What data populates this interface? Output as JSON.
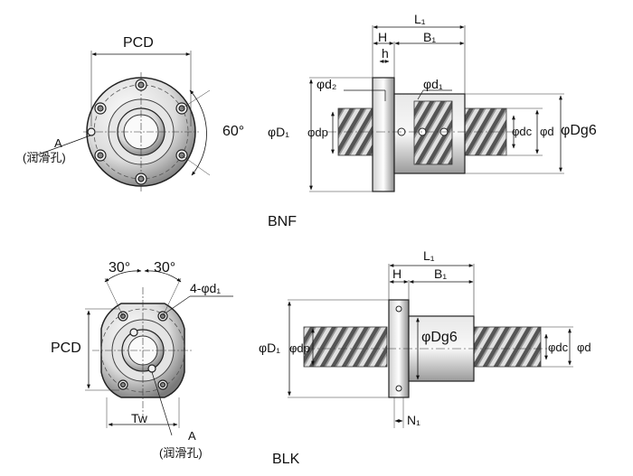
{
  "bnf": {
    "name": "BNF",
    "front": {
      "pcd": "PCD",
      "angle": "60°",
      "a": "A",
      "lube_hole": "(润滑孔)"
    },
    "side": {
      "L1": "L₁",
      "H": "H",
      "B1": "B₁",
      "h": "h",
      "phi_d2": "φd₂",
      "phi_d1": "φd₁",
      "phi_D1": "φD₁",
      "phi_dp": "φdp",
      "phi_dc": "φdc",
      "phi_d": "φd",
      "phi_Dg6": "φDg6"
    }
  },
  "blk": {
    "name": "BLK",
    "front": {
      "angle_left": "30°",
      "angle_right": "30°",
      "holes": "4-φd₁",
      "pcd": "PCD",
      "tw": "Tw",
      "a": "A",
      "lube_hole": "(润滑孔)"
    },
    "side": {
      "L1": "L₁",
      "H": "H",
      "B1": "B₁",
      "phi_D1": "φD₁",
      "phi_dp": "φdp",
      "phi_Dg6": "φDg6",
      "phi_dc": "φdc",
      "phi_d": "φd",
      "N1": "N₁"
    }
  }
}
